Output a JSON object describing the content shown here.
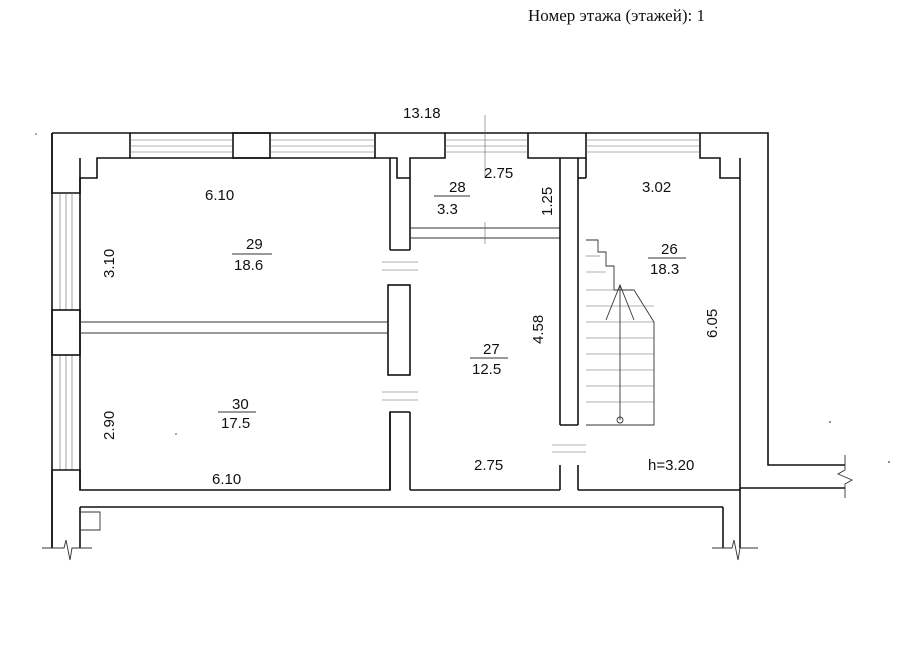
{
  "header": {
    "floor_label": "Номер этажа (этажей): 1"
  },
  "plan": {
    "overall_width": "13.18",
    "rooms": [
      {
        "number": "29",
        "area": "18.6",
        "width": "6.10",
        "depth": "3.10"
      },
      {
        "number": "30",
        "area": "17.5",
        "width": "6.10",
        "depth": "2.90"
      },
      {
        "number": "28",
        "area": "3.3",
        "width": "2.75",
        "depth": "1.25"
      },
      {
        "number": "27",
        "area": "12.5",
        "width": "2.75",
        "depth": "4.58"
      },
      {
        "number": "26",
        "area": "18.3",
        "width": "3.02",
        "depth": "6.05"
      }
    ],
    "ceiling_height": "h=3.20"
  }
}
